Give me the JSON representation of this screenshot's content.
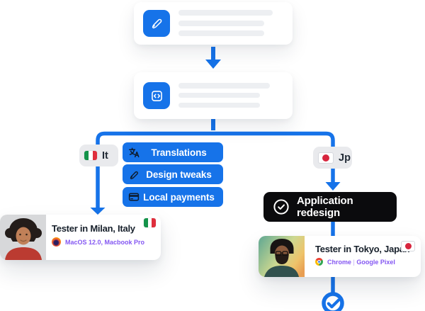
{
  "colors": {
    "blue": "#1673e9",
    "purple": "#8457f2",
    "dark_pill": "#0b0b0d",
    "pill_gray": "#e9eaed",
    "skeleton": "#edeff2",
    "title": "#17202b",
    "icon_dark": "#0e1b2c"
  },
  "flow": {
    "step1": {
      "icon": "paintbrush-icon"
    },
    "step2": {
      "icon": "code-icon"
    }
  },
  "left_branch": {
    "locale": {
      "label": "It",
      "flag": "italy-flag-icon"
    },
    "tasks": [
      {
        "icon": "translate-icon",
        "label": "Translations"
      },
      {
        "icon": "brush-icon",
        "label": "Design tweaks"
      },
      {
        "icon": "credit-card-icon",
        "label": "Local payments"
      }
    ],
    "tester_card": {
      "title": "Tester in Milan, Italy",
      "browser_icon": "firefox-icon",
      "environment": "MacOS 12.0, Macbook Pro",
      "flag": "italy-flag-icon"
    }
  },
  "right_branch": {
    "locale": {
      "label": "Jp",
      "flag": "japan-flag-icon"
    },
    "highlight": {
      "icon": "check-circle-icon",
      "label": "Application redesign"
    },
    "tester_card": {
      "title": "Tester in Tokyo, Japan",
      "browser_icon": "chrome-icon",
      "browser": "Chrome",
      "separator": "|",
      "device": "Google Pixel",
      "flag": "japan-flag-icon"
    }
  },
  "status": {
    "icon": "check-circle-icon"
  }
}
